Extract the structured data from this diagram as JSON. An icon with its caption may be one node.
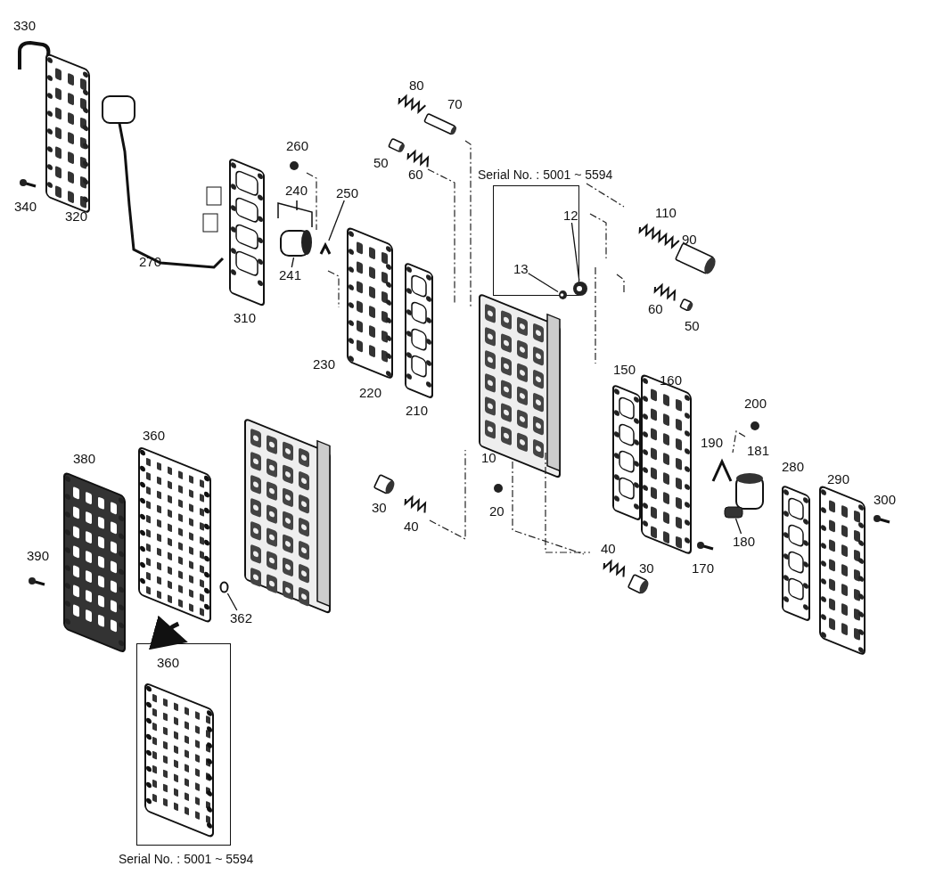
{
  "diagram": {
    "nodes": [
      {
        "text": [
          "Serial No. : 5001 ~ 5594"
        ]
      },
      {
        "text": [
          "12"
        ],
        "in": 0
      },
      {
        "text": [],
        "shape": "picture",
        "in": 0
      },
      {
        "text": [
          "13"
        ],
        "in": 0
      },
      {
        "text": [],
        "shape": "picture",
        "in": 0
      },
      {
        "text": [
          "250"
        ]
      },
      {
        "text": [],
        "shape": "picture"
      },
      {
        "text": [
          "241"
        ]
      },
      {
        "text": [],
        "shape": "cylinder"
      },
      {
        "text": [
          "362"
        ]
      },
      {
        "text": [],
        "shape": "circle"
      },
      {
        "text": [
          "180"
        ]
      },
      {
        "text": [],
        "shape": "box"
      },
      {
        "text": [],
        "shape": "picture",
        "beside": [
          "360"
        ]
      },
      {
        "text": [
          "360",
          "Serial No. : 5001 ~ 5594"
        ]
      },
      {
        "text": [],
        "shape": "picture",
        "in": 14
      }
    ],
    "edges": [
      {
        "from": 1,
        "to": 2,
        "arrow": "none"
      },
      {
        "from": 3,
        "to": 4,
        "arrow": "none"
      },
      {
        "from": 5,
        "to": 6,
        "arrow": "none"
      },
      {
        "from": 7,
        "to": 8,
        "arrow": "none"
      },
      {
        "from": 9,
        "to": 10,
        "arrow": "none"
      },
      {
        "from": 11,
        "to": 12,
        "arrow": "none"
      },
      {
        "from": 13,
        "to": 14,
        "arrow": "to",
        "style": "thick"
      }
    ],
    "labels": [
      "330",
      "80",
      "70",
      "260",
      "50",
      "60",
      "240",
      "340",
      "110",
      "320",
      "90",
      "270",
      "60",
      "310",
      "50",
      "230",
      "150",
      "160",
      "220",
      "200",
      "210",
      "190",
      "181",
      "10",
      "380",
      "280",
      "290",
      "300",
      "30",
      "20",
      "40",
      "40",
      "390",
      "30",
      "170"
    ]
  }
}
